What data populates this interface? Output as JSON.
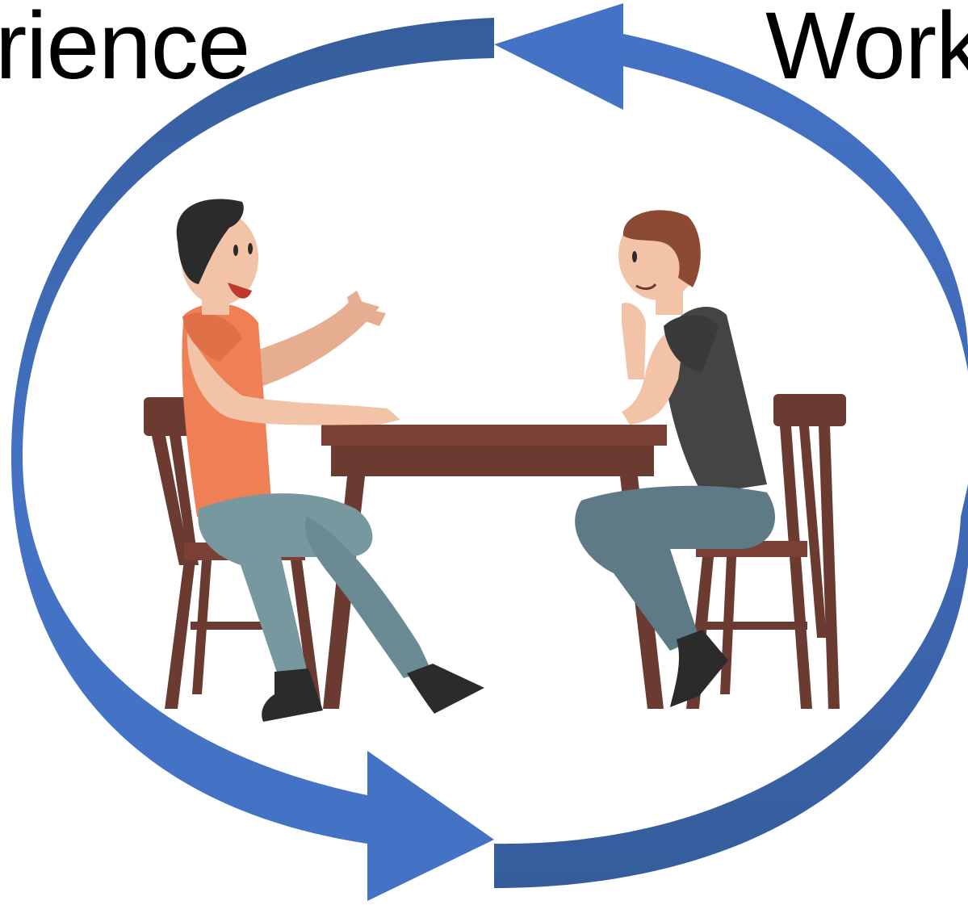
{
  "labels": {
    "left": "rience",
    "right": "Workf"
  },
  "colors": {
    "arrow_dark": "#355d9b",
    "arrow_light": "#4472c4",
    "table": "#7a4035",
    "chair": "#6b3a31",
    "shirt_left": "#ef7f55",
    "shirt_right": "#444444",
    "jeans_left": "#7898a0",
    "jeans_right": "#5d7a86",
    "skin": "#f2c3a6",
    "hair_left": "#2b2b2b",
    "hair_right": "#8c4a32"
  },
  "illustration": {
    "subject": "two-men-talking-at-table",
    "arrows": [
      "top-arrow-pointing-left",
      "bottom-arrow-pointing-right"
    ]
  }
}
